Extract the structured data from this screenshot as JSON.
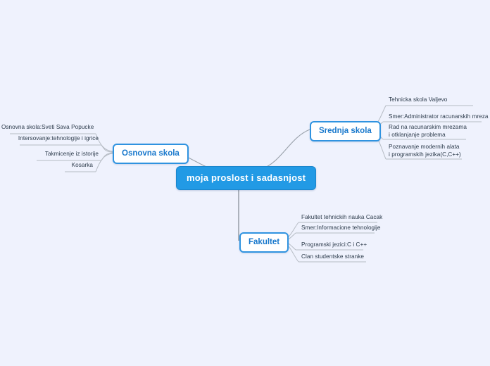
{
  "canvas": {
    "background_color": "#eff2fd",
    "connector_color": "#9aa2ab",
    "root_fill": "#229ae5",
    "branch_border": "#2f93e0",
    "branch_text": "#1878cc",
    "leaf_text": "#2b3a4a"
  },
  "root": {
    "label": "moja proslost i sadasnjost"
  },
  "branches": [
    {
      "id": "osnovna-skola",
      "label": "Osnovna skola",
      "side": "left",
      "leaves": [
        {
          "label": "Osnovna skola:Sveti Sava Popucke"
        },
        {
          "label": "Intersovanje:tehnologije i igrice"
        },
        {
          "label": "Takmicenje iz istorije"
        },
        {
          "label": "Kosarka"
        }
      ]
    },
    {
      "id": "srednja-skola",
      "label": "Srednja skola",
      "side": "right",
      "leaves": [
        {
          "label": "Tehnicka skola Valjevo"
        },
        {
          "label": "Smer:Administrator racunarskih mreza"
        },
        {
          "line1": "Rad na racunarskim mrezama",
          "line2": "i otklanjanje problema"
        },
        {
          "line1": "Poznavanje modernih alata",
          "line2": "i programskih jezika(C,C++)"
        }
      ]
    },
    {
      "id": "fakultet",
      "label": "Fakultet",
      "side": "right",
      "leaves": [
        {
          "label": "Fakultet tehnickih nauka Cacak"
        },
        {
          "label": "Smer:Informacione tehnologije"
        },
        {
          "label": "Programski jezici:C i C++"
        },
        {
          "label": "Clan studentske stranke"
        }
      ]
    }
  ]
}
